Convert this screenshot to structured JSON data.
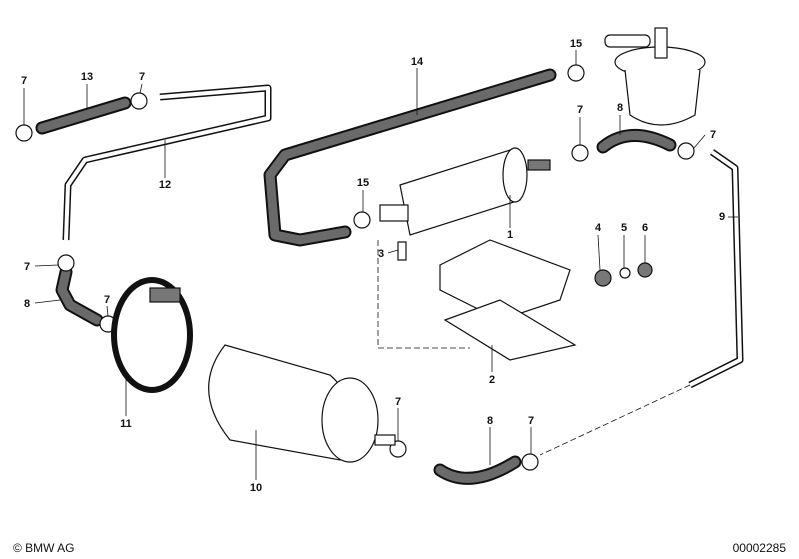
{
  "diagram": {
    "labels": [
      "7",
      "13",
      "7",
      "14",
      "15",
      "7",
      "8",
      "7",
      "12",
      "15",
      "1",
      "9",
      "3",
      "4",
      "5",
      "6",
      "7",
      "8",
      "7",
      "2",
      "11",
      "7",
      "8",
      "7",
      "10"
    ]
  },
  "footer": {
    "copyright": "© BMW AG",
    "diagram_number": "00002285"
  }
}
